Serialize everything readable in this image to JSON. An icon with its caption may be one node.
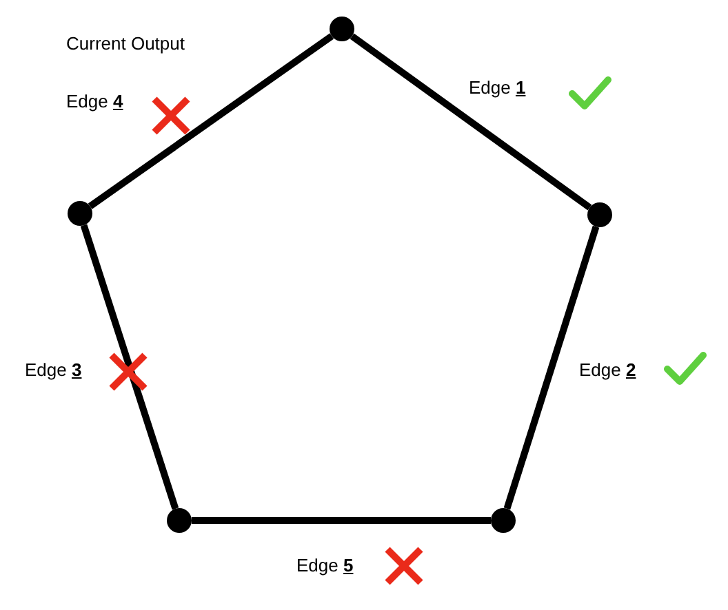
{
  "diagram": {
    "title": "Current Output",
    "nodes": [
      {
        "text": [],
        "shape": "circle"
      },
      {
        "text": [],
        "shape": "circle"
      },
      {
        "text": [],
        "shape": "circle"
      },
      {
        "text": [],
        "shape": "circle"
      },
      {
        "text": [],
        "shape": "circle"
      }
    ],
    "edges": [
      {
        "from": 0,
        "to": 1,
        "arrow": "none",
        "label": "Edge **1**"
      },
      {
        "from": 1,
        "to": 2,
        "arrow": "none",
        "label": "Edge **2**"
      },
      {
        "from": 4,
        "to": 3,
        "arrow": "none",
        "label": "Edge **3**"
      },
      {
        "from": 0,
        "to": 4,
        "arrow": "none",
        "label": "Edge **4**"
      },
      {
        "from": 2,
        "to": 3,
        "arrow": "none",
        "label": "Edge **5**"
      }
    ]
  }
}
